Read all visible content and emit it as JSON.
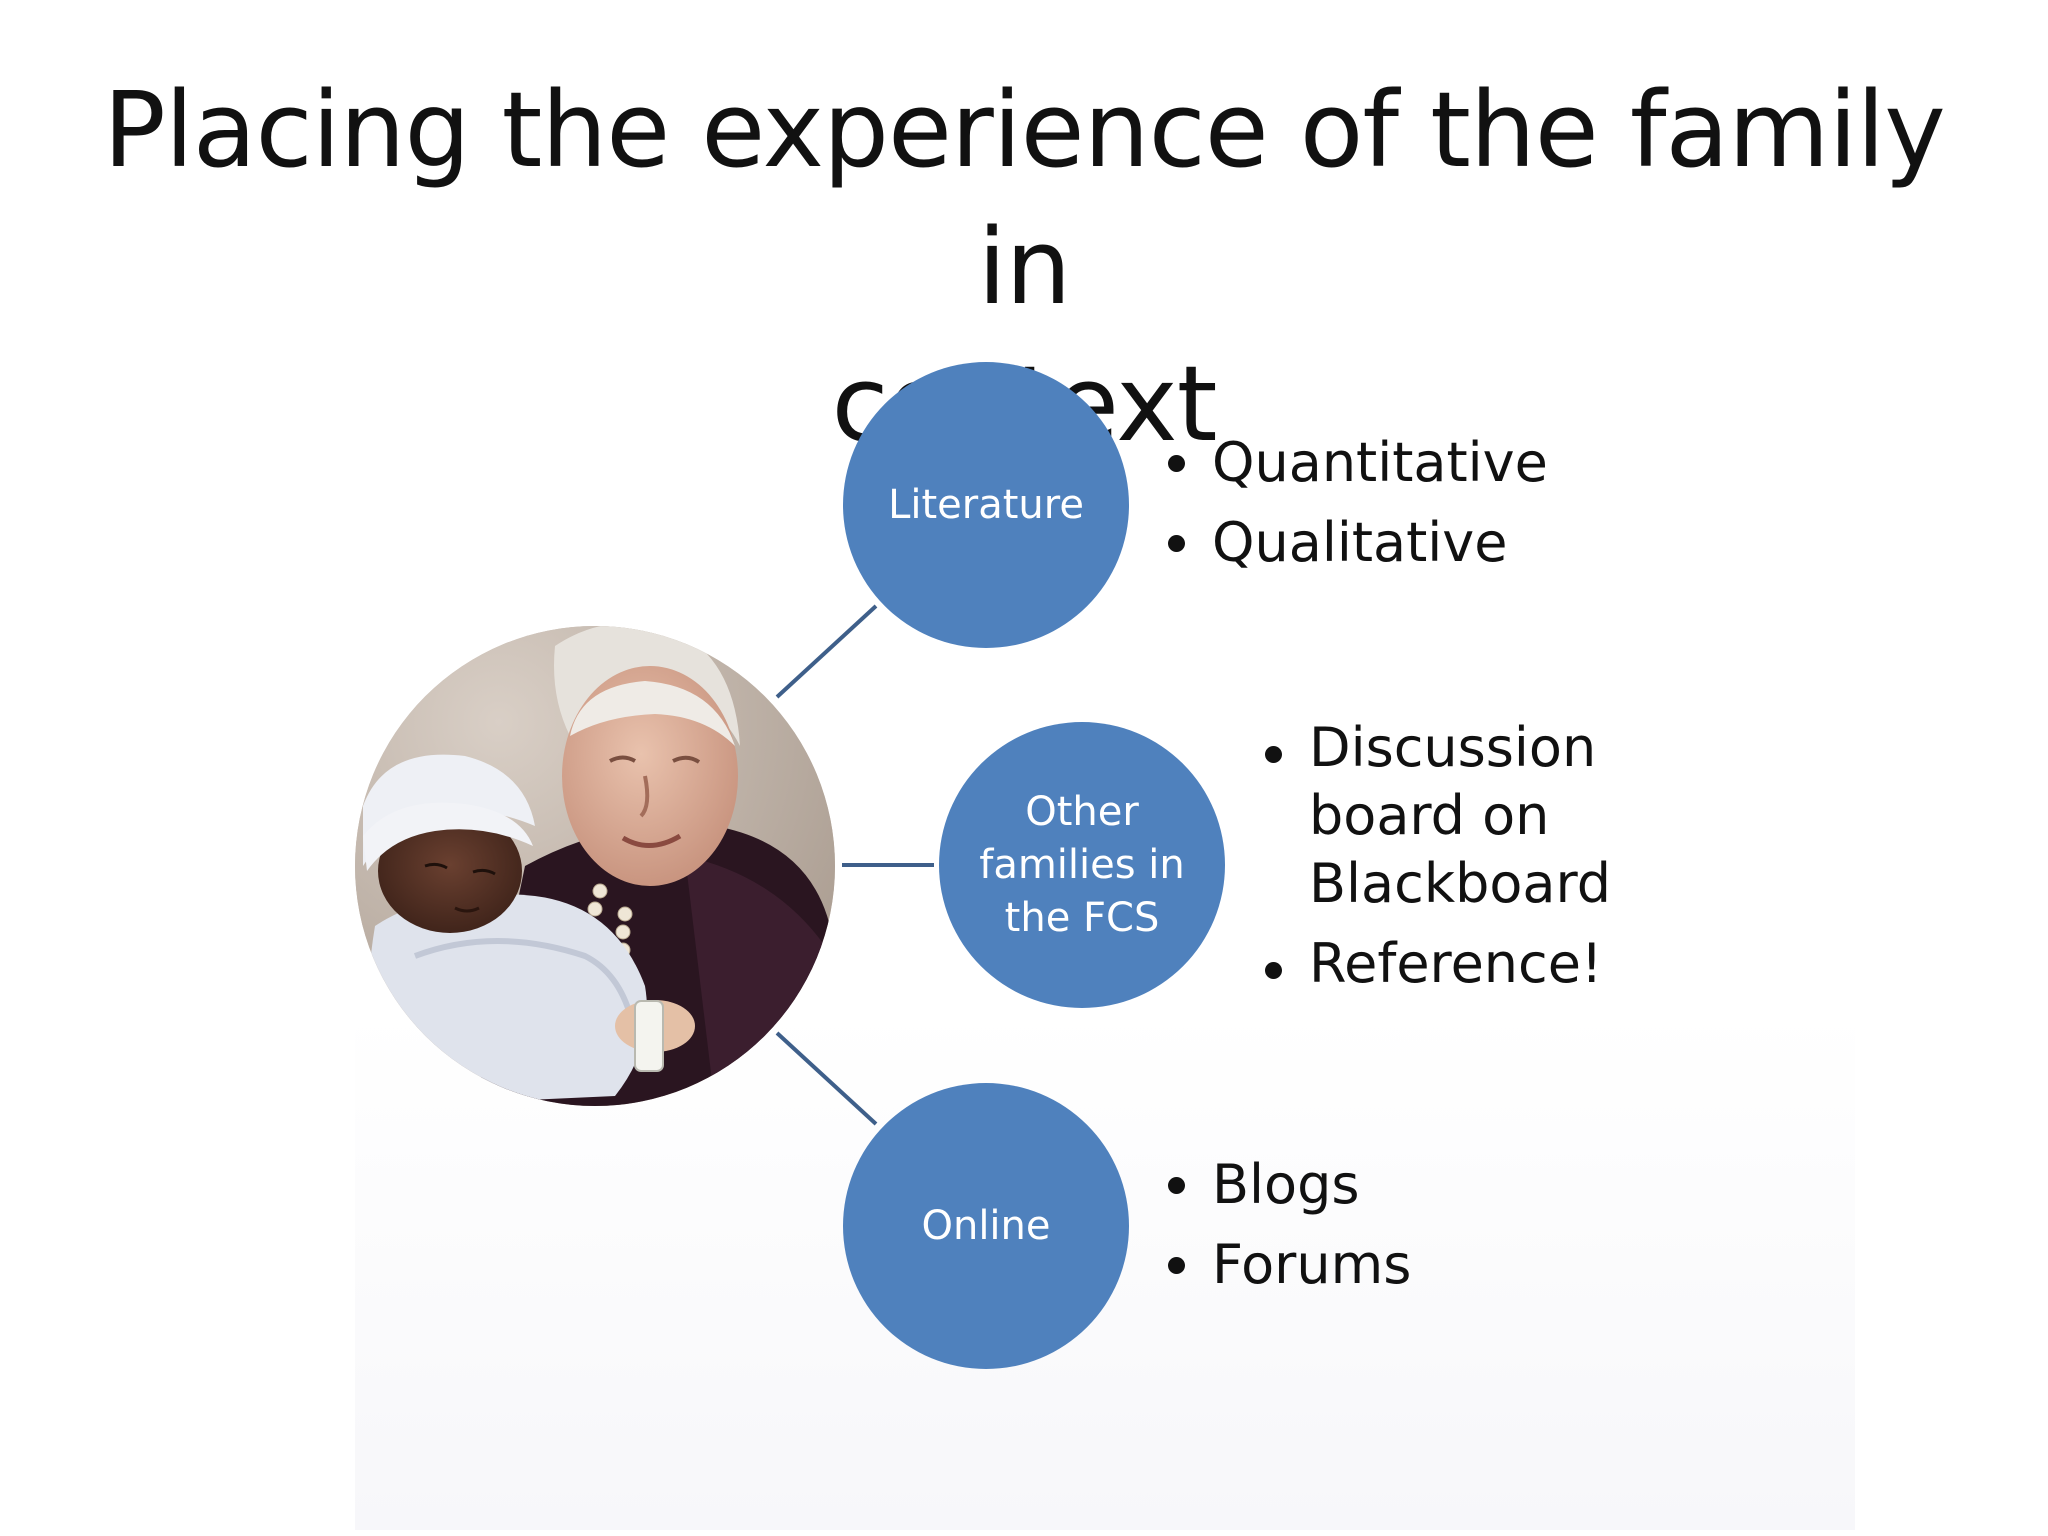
{
  "slide": {
    "title_line1": "Placing the experience of the family in",
    "title_line2": "context"
  },
  "center": {
    "image_alt": "Elderly woman holding a newborn baby"
  },
  "nodes": [
    {
      "label_lines": [
        "Literature"
      ],
      "bullets": [
        "Quantitative",
        "Qualitative"
      ]
    },
    {
      "label_lines": [
        "Other",
        "families in",
        "the FCS"
      ],
      "bullets": [
        "Discussion board on Blackboard",
        "Reference!"
      ]
    },
    {
      "label_lines": [
        "Online"
      ],
      "bullets": [
        "Blogs",
        "Forums"
      ]
    }
  ],
  "colors": {
    "node_fill": "#4f81bd",
    "connector": "#3e5f8a",
    "text": "#111111"
  }
}
